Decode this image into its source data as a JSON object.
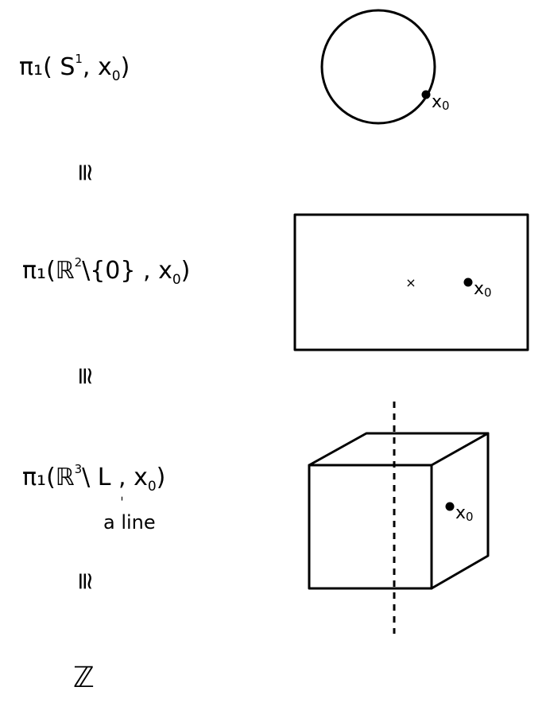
{
  "rows": [
    {
      "label": {
        "pre": "π₁( S",
        "sup": "1",
        "post": ", x",
        "sub": "0",
        "end": ")"
      },
      "point": {
        "base": "x",
        "sub": "0"
      }
    },
    {
      "label": {
        "pre": "π₁(ℝ",
        "sup": "2",
        "post": "\\{0} , x",
        "sub": "0",
        "end": ")"
      },
      "point": {
        "base": "x",
        "sub": "0"
      },
      "origin_mark": "×"
    },
    {
      "label": {
        "pre": "π₁(ℝ",
        "sup": "3",
        "post": "\\ L , x",
        "sub": "0",
        "end": ")"
      },
      "annotation": "a line",
      "point": {
        "base": "x",
        "sub": "0"
      }
    }
  ],
  "iso_symbol": "≅",
  "result": "ℤ"
}
